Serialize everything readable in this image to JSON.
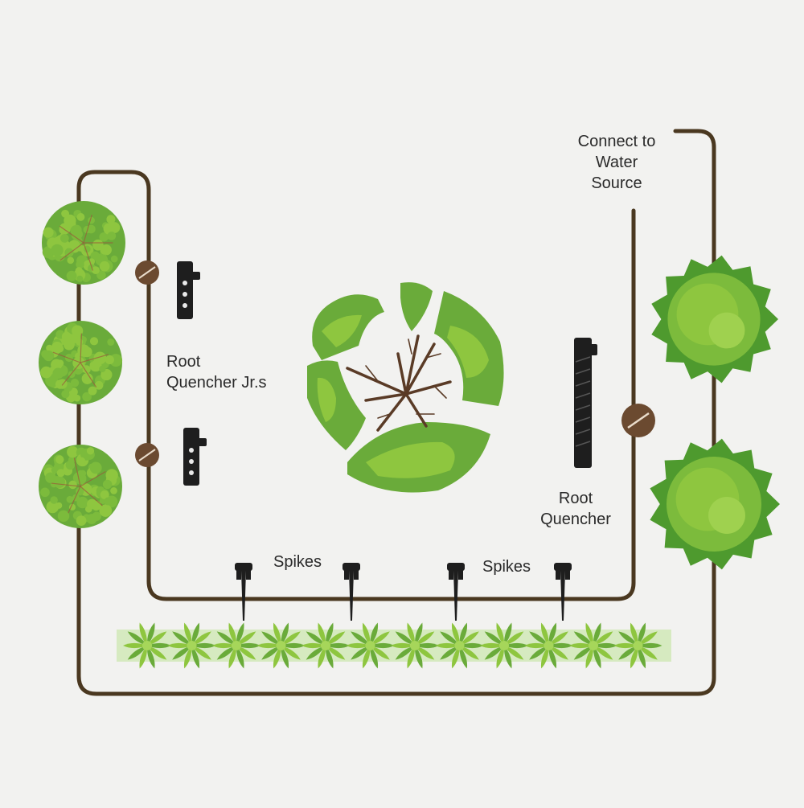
{
  "labels": {
    "water_source": [
      "Connect to",
      "Water",
      "Source"
    ],
    "root_quencher_jr": [
      "Root",
      "Quencher Jr.s"
    ],
    "root_quencher": [
      "Root",
      "Quencher"
    ],
    "spikes_left": "Spikes",
    "spikes_right": "Spikes"
  },
  "colors": {
    "background": "#f2f2f0",
    "hose": "#4a3820",
    "connector": "#6b4a30",
    "device": "#1e1e1e",
    "foliage_light": "#8ec63f",
    "foliage_mid": "#6aab3a",
    "foliage_dark": "#4e9a2e",
    "ground_strip": "#d6eac0"
  }
}
